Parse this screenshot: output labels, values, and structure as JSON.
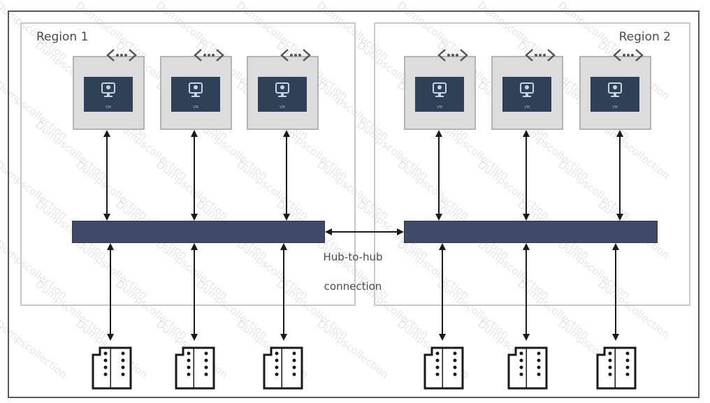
{
  "diagram": {
    "type": "hub-and-spoke network topology",
    "colors": {
      "hub": "#3e4a68",
      "vm_tile": "#2f4157",
      "vnet_box": "#dcdcdc",
      "frame": "#5a5a5a",
      "region_border": "#c8c8c8",
      "arrow": "#1a1a1a"
    },
    "regions": [
      {
        "label": "Region 1",
        "vnets": [
          {
            "vm_label": "VM",
            "icon": "vm-monitor-icon",
            "peer_icon": "vnet-peering-icon"
          },
          {
            "vm_label": "VM",
            "icon": "vm-monitor-icon",
            "peer_icon": "vnet-peering-icon"
          },
          {
            "vm_label": "VM",
            "icon": "vm-monitor-icon",
            "peer_icon": "vnet-peering-icon"
          }
        ],
        "hub": "virtual-hub",
        "sites": [
          "branch-building-icon",
          "branch-building-icon",
          "branch-building-icon"
        ]
      },
      {
        "label": "Region 2",
        "vnets": [
          {
            "vm_label": "VM",
            "icon": "vm-monitor-icon",
            "peer_icon": "vnet-peering-icon"
          },
          {
            "vm_label": "VM",
            "icon": "vm-monitor-icon",
            "peer_icon": "vnet-peering-icon"
          },
          {
            "vm_label": "VM",
            "icon": "vm-monitor-icon",
            "peer_icon": "vnet-peering-icon"
          }
        ],
        "hub": "virtual-hub",
        "sites": [
          "branch-building-icon",
          "branch-building-icon",
          "branch-building-icon"
        ]
      }
    ],
    "hub_connection": {
      "line1": "Hub-to-hub",
      "line2": "connection"
    },
    "watermark": "Dumpscollection"
  }
}
